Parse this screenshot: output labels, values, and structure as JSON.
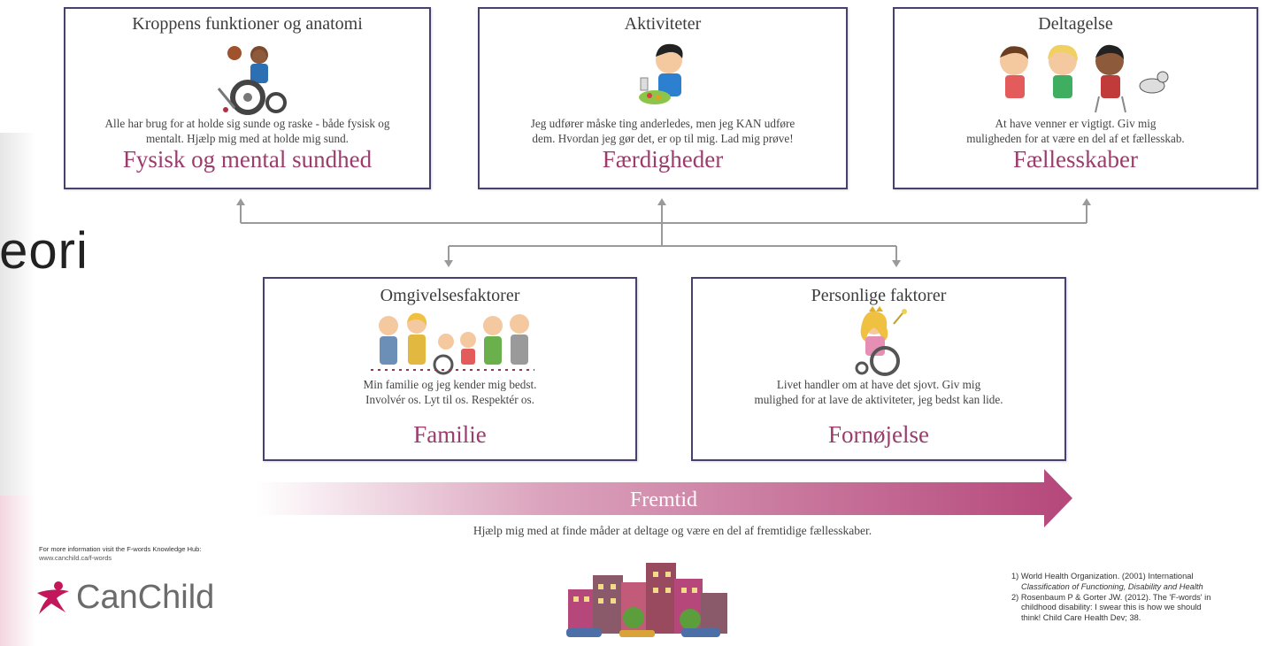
{
  "slide_partial_word": "teori",
  "boxes": {
    "body": {
      "title": "Kroppens funktioner og anatomi",
      "desc_line1": "Alle har brug for at holde sig sunde og raske - både fysisk og",
      "desc_line2": "mentalt. Hjælp mig med at holde mig sund.",
      "fword": "Fysisk og mental sundhed"
    },
    "activity": {
      "title": "Aktiviteter",
      "desc_line1": "Jeg udfører måske ting anderledes, men jeg KAN udføre",
      "desc_line2": "dem. Hvordan jeg gør det, er op til mig. Lad mig prøve!",
      "fword": "Færdigheder"
    },
    "participation": {
      "title": "Deltagelse",
      "desc_line1": "At have venner er vigtigt. Giv mig",
      "desc_line2": "muligheden for at være en del af et fællesskab.",
      "fword": "Fællesskaber"
    },
    "environment": {
      "title": "Omgivelsesfaktorer",
      "desc_line1": "Min familie og jeg kender mig bedst.",
      "desc_line2": "Involvér os. Lyt til os. Respektér os.",
      "fword": "Familie"
    },
    "personal": {
      "title": "Personlige faktorer",
      "desc_line1": "Livet handler om at have det sjovt. Giv mig",
      "desc_line2": "mulighed for at lave de aktiviteter, jeg bedst kan lide.",
      "fword": "Fornøjelse"
    }
  },
  "future": {
    "label": "Fremtid",
    "desc": "Hjælp mig med at finde måder at deltage og være en del af fremtidige fællesskaber."
  },
  "footer": {
    "info_line1": "For more information visit the F-words Knowledge Hub:",
    "info_url": "www.canchild.ca/f-words",
    "logo_text": "CanChild",
    "refs": [
      "1) World Health Organization. (2001) International",
      "Classification of Functioning, Disability and Health",
      "2) Rosenbaum P & Gorter JW. (2012). The 'F-words' in",
      "childhood disability: I swear this is how we should",
      "think! Child Care Health Dev; 38."
    ]
  },
  "colors": {
    "box_border": "#4b3f72",
    "fword": "#9b3c6d",
    "arrow": "#b5477a"
  }
}
